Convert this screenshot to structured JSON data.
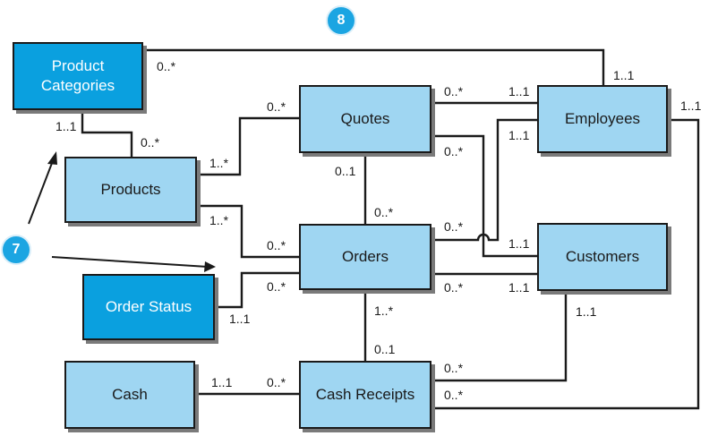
{
  "entities": {
    "product_categories": "Product\nCategories",
    "products": "Products",
    "quotes": "Quotes",
    "orders": "Orders",
    "employees": "Employees",
    "customers": "Customers",
    "order_status": "Order Status",
    "cash": "Cash",
    "cash_receipts": "Cash Receipts"
  },
  "cardinalities": {
    "pc_emp_pc": "0..*",
    "pc_emp_emp": "1..1",
    "pc_prod_pc": "1..1",
    "pc_prod_prod": "0..*",
    "prod_quotes_prod": "1..*",
    "prod_quotes_quotes": "0..*",
    "prod_orders_prod": "1..*",
    "prod_orders_orders": "0..*",
    "quotes_emp_quotes": "0..*",
    "quotes_emp_emp": "1..1",
    "quotes_cust_quotes": "0..*",
    "quotes_cust_cust": "1..1",
    "quotes_orders_quotes": "0..1",
    "quotes_orders_orders": "0..*",
    "orders_emp_orders": "0..*",
    "orders_emp_emp": "1..1",
    "orders_cust_orders": "0..*",
    "orders_cust_cust": "1..1",
    "status_orders_orders": "0..*",
    "status_orders_status": "1..1",
    "orders_cr_orders": "1..*",
    "orders_cr_cr": "0..1",
    "cash_cr_cash": "1..1",
    "cash_cr_cr": "0..*",
    "cust_cr_cust": "1..1",
    "cust_cr_cr": "0..*",
    "emp_cr_emp": "1..1",
    "emp_cr_cr": "0..*"
  },
  "callouts": {
    "eight": "8",
    "seven": "7"
  }
}
